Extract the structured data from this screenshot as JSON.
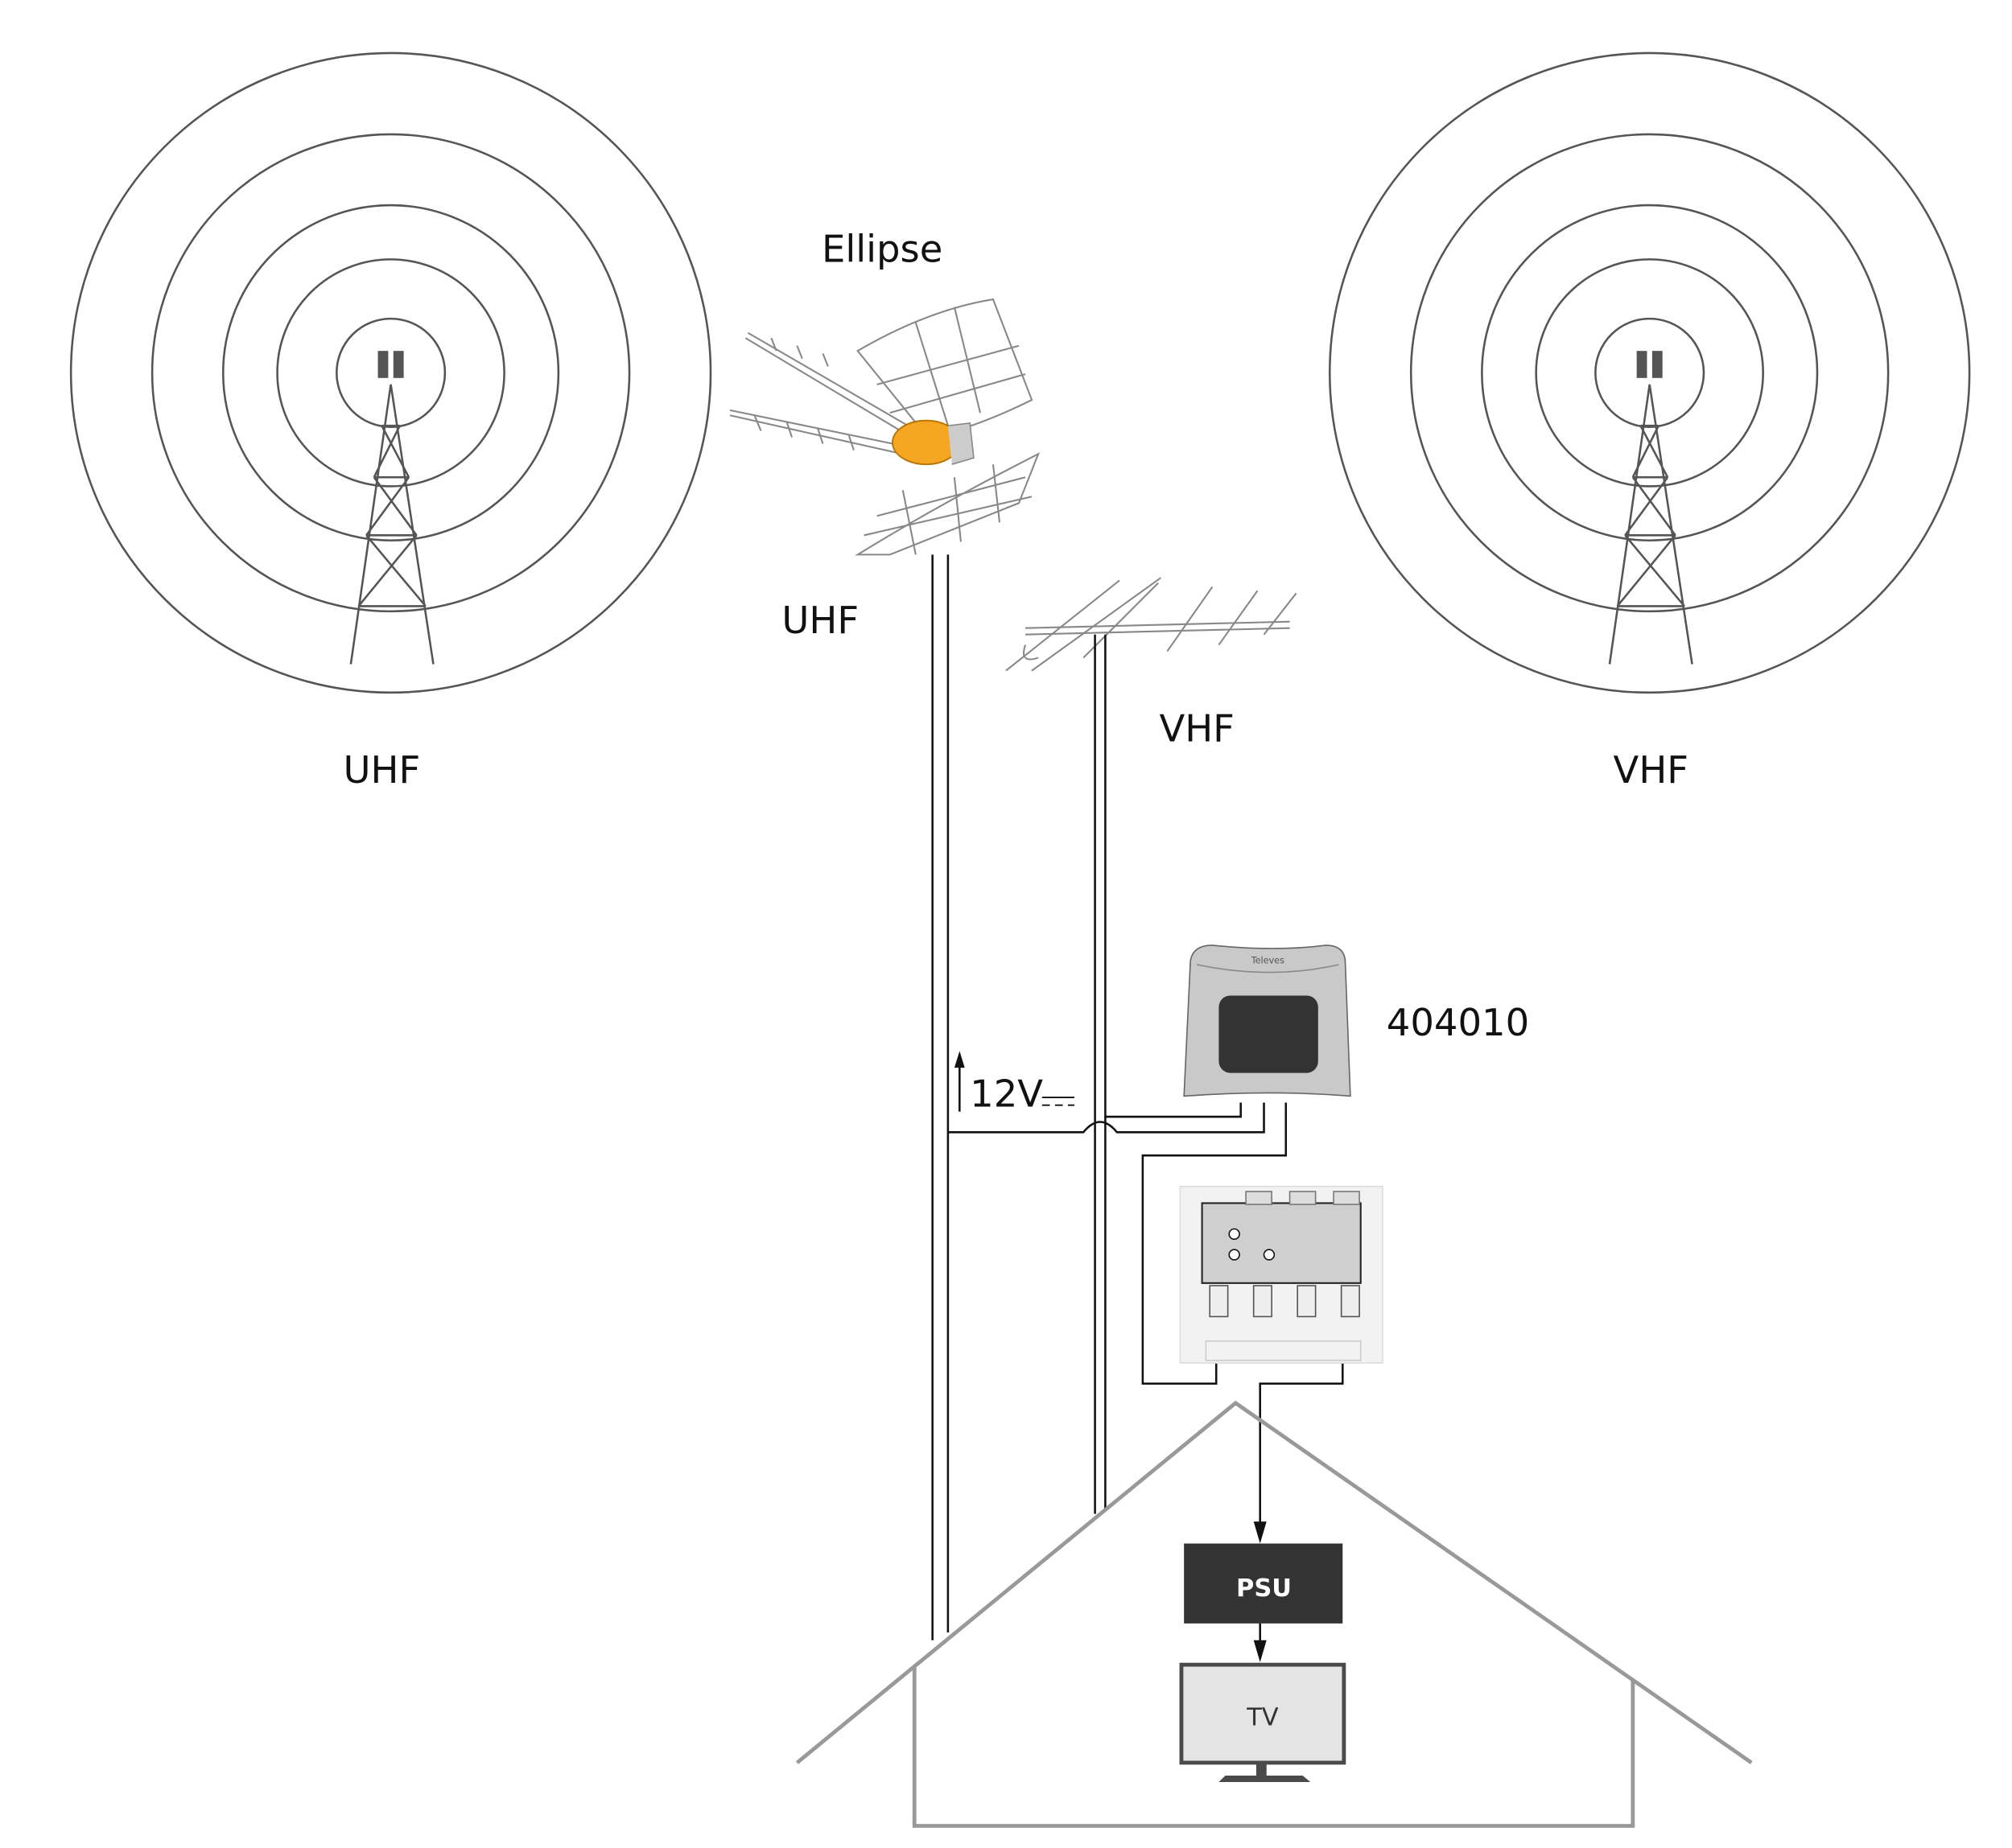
{
  "transmitters": [
    {
      "label": "UHF"
    },
    {
      "label": "VHF"
    }
  ],
  "antennas": {
    "ellipse_name": "Ellipse",
    "uhf_label": "UHF",
    "vhf_label": "VHF"
  },
  "amplifier": {
    "model": "404010",
    "brand": "Televes"
  },
  "power": {
    "label": "12V",
    "symbol": "⎓"
  },
  "psu": {
    "label": "PSU"
  },
  "tv": {
    "label": "TV"
  },
  "colors": {
    "accent": "#f5a623",
    "psu": "#333333",
    "tv_fill": "#e4e4e4",
    "roof": "#999999"
  }
}
